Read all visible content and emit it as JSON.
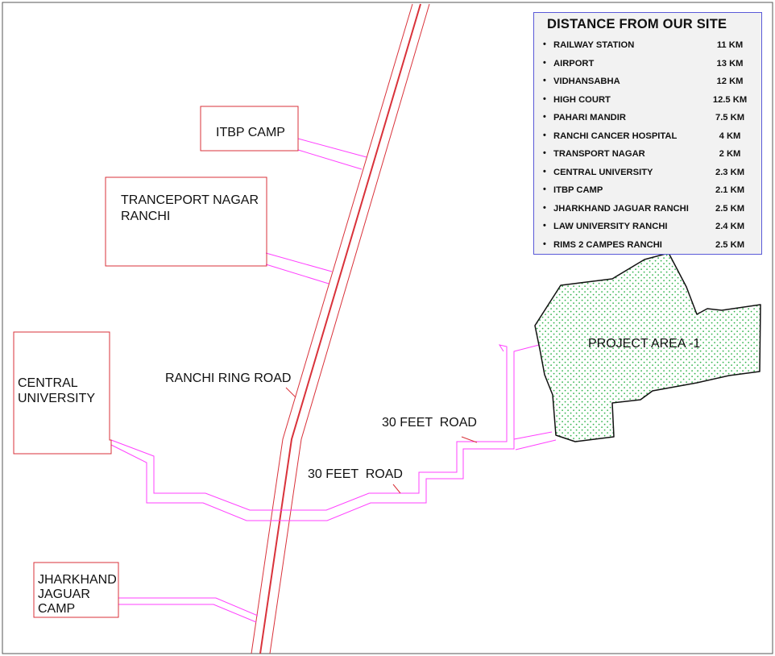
{
  "map": {
    "labels": {
      "itbp_camp": [
        "ITBP CAMP"
      ],
      "transport_nagar": [
        "TRANCEPORT NAGAR",
        "RANCHI"
      ],
      "central_university": [
        "CENTRAL",
        "UNIVERSITY"
      ],
      "jharkhand_jaguar": [
        "JHARKHAND",
        "JAGUAR",
        "CAMP"
      ],
      "ring_road": "RANCHI RING ROAD",
      "feet_road_upper": "30 FEET  ROAD",
      "feet_road_lower": "30 FEET  ROAD",
      "project_area": "PROJECT AREA -1"
    },
    "colors": {
      "ring_road": "#d9323a",
      "access_road": "#ff40ff",
      "boundary": "#d9323a",
      "project_fill_dots": "#2fb24a",
      "legend_border": "#5a5ad8"
    }
  },
  "legend": {
    "title": "DISTANCE FROM OUR SITE",
    "items": [
      {
        "name": "RAILWAY STATION",
        "distance": "11 KM"
      },
      {
        "name": "AIRPORT",
        "distance": "13 KM"
      },
      {
        "name": "VIDHANSABHA",
        "distance": "12 KM"
      },
      {
        "name": "HIGH COURT",
        "distance": "12.5 KM"
      },
      {
        "name": "PAHARI MANDIR",
        "distance": "7.5 KM"
      },
      {
        "name": "RANCHI CANCER HOSPITAL",
        "distance": "4 KM"
      },
      {
        "name": "TRANSPORT NAGAR",
        "distance": "2 KM"
      },
      {
        "name": "CENTRAL UNIVERSITY",
        "distance": "2.3 KM"
      },
      {
        "name": "ITBP CAMP",
        "distance": "2.1 KM"
      },
      {
        "name": "JHARKHAND JAGUAR RANCHI",
        "distance": "2.5 KM"
      },
      {
        "name": "LAW UNIVERSITY RANCHI",
        "distance": "2.4 KM"
      },
      {
        "name": "RIMS 2 CAMPES RANCHI",
        "distance": "2.5 KM"
      }
    ]
  }
}
